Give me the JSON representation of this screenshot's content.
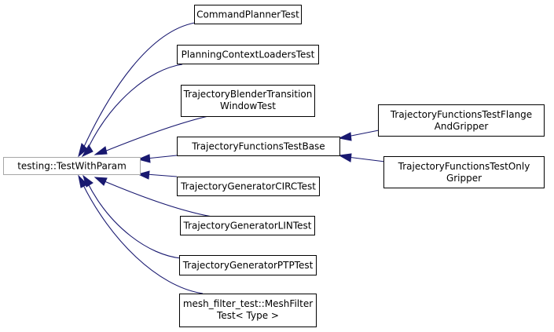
{
  "colors": {
    "edge": "#191970",
    "node_border": "#000000",
    "base_border": "#a6a6a6"
  },
  "nodes": {
    "base": {
      "line1": "testing::TestWithParam"
    },
    "command_planner": {
      "line1": "CommandPlannerTest"
    },
    "planning_context": {
      "line1": "PlanningContextLoadersTest"
    },
    "blender": {
      "line1": "TrajectoryBlenderTransition",
      "line2": "WindowTest"
    },
    "functions_base": {
      "line1": "TrajectoryFunctionsTestBase"
    },
    "circ": {
      "line1": "TrajectoryGeneratorCIRCTest"
    },
    "lin": {
      "line1": "TrajectoryGeneratorLINTest"
    },
    "ptp": {
      "line1": "TrajectoryGeneratorPTPTest"
    },
    "mesh_filter": {
      "line1": "mesh_filter_test::MeshFilter",
      "line2": "Test< Type >"
    },
    "flange": {
      "line1": "TrajectoryFunctionsTestFlange",
      "line2": "AndGripper"
    },
    "only_gripper": {
      "line1": "TrajectoryFunctionsTestOnly",
      "line2": "Gripper"
    }
  }
}
